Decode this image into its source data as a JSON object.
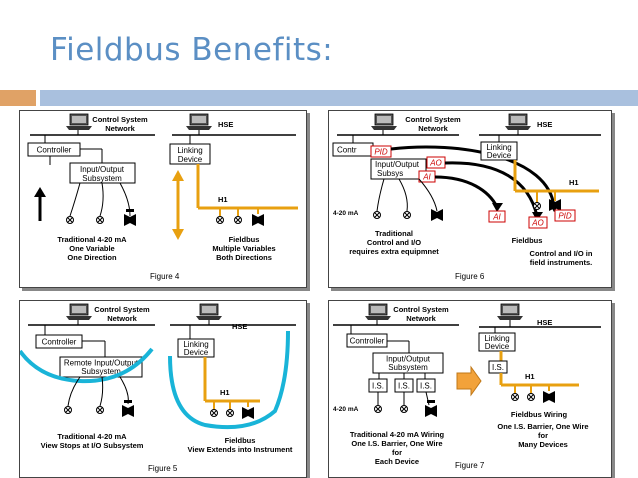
{
  "slide": {
    "title": "Fieldbus Benefits:",
    "accent_color": "#5b8fc4",
    "bar_colors": {
      "left": "#e0a266",
      "right": "#a9c0de"
    }
  },
  "fig4": {
    "network_label_1": "Control System",
    "network_label_2": "Network",
    "hse": "HSE",
    "controller": "Controller",
    "io_1": "Input/Output",
    "io_2": "Subsystem",
    "linking_1": "Linking",
    "linking_2": "Device",
    "h1": "H1",
    "left_caption": [
      "Traditional 4-20 mA",
      "One Variable",
      "One Direction"
    ],
    "right_caption": [
      "Fieldbus",
      "Multiple Variables",
      "Both Directions"
    ],
    "figure": "Figure 4"
  },
  "fig6": {
    "network_label_1": "Control System",
    "network_label_2": "Network",
    "hse": "HSE",
    "controller": "Contr",
    "pid": "PID",
    "ao": "AO",
    "ai": "AI",
    "io_1": "Input/Output",
    "io_2": "Subsys",
    "linking_1": "Linking",
    "linking_2": "Device",
    "h1": "H1",
    "ma": "4-20 mA",
    "left_caption": [
      "Traditional",
      "Control and I/O",
      "requires extra equipmnet"
    ],
    "center_caption": "Fieldbus",
    "right_caption": [
      "Control and I/O in",
      "field instruments."
    ],
    "figure": "Figure 6"
  },
  "fig5": {
    "network_label_1": "Control System",
    "network_label_2": "Network",
    "hse": "HSE",
    "controller": "Controller",
    "io_1": "Remote Input/Output",
    "io_2": "Subsystem",
    "linking_1": "Linking",
    "linking_2": "Device",
    "h1": "H1",
    "left_caption": [
      "Traditional 4-20 mA",
      "View Stops at I/O Subsystem"
    ],
    "right_caption": [
      "Fieldbus",
      "View Extends into Instrument"
    ],
    "figure": "Figure 5",
    "highlight_color": "#19b4d8"
  },
  "fig7": {
    "network_label_1": "Control System",
    "network_label_2": "Network",
    "hse": "HSE",
    "controller": "Controller",
    "io_1": "Input/Output",
    "io_2": "Subsystem",
    "is": "I.S.",
    "linking_1": "Linking",
    "linking_2": "Device",
    "h1": "H1",
    "ma": "4-20 mA",
    "wiring": "Fieldbus Wiring",
    "left_caption": [
      "Traditional 4-20 mA Wiring",
      "One I.S. Barrier, One Wire",
      "for",
      "Each Device"
    ],
    "right_caption": [
      "One I.S. Barrier, One Wire",
      "for",
      "Many Devices"
    ],
    "figure": "Figure 7"
  }
}
